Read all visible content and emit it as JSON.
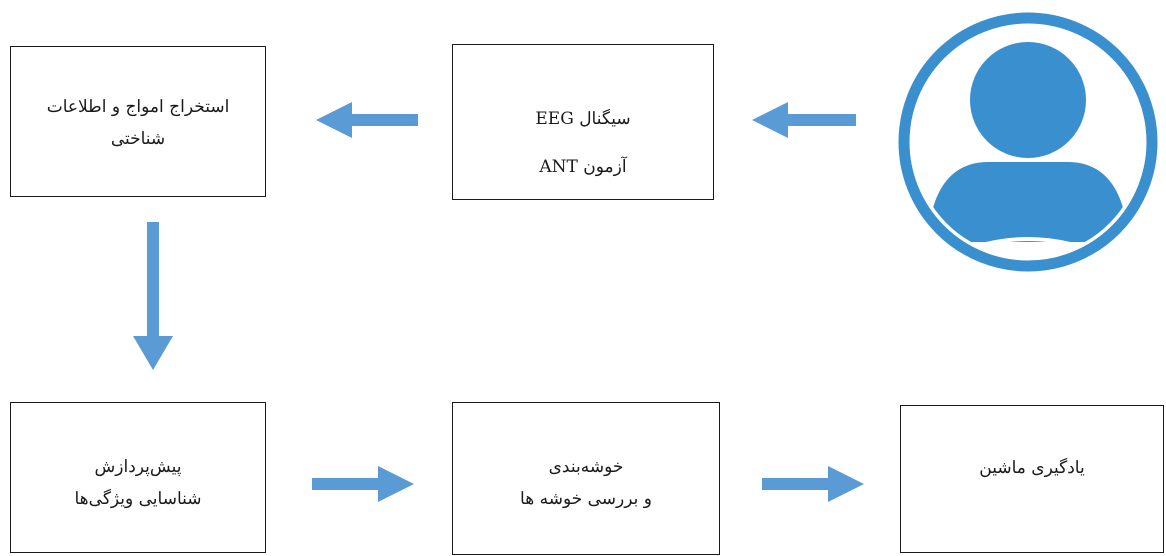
{
  "colors": {
    "arrow": "#5b9bd5",
    "avatar": "#3a8fcf",
    "border": "#1a1a1a"
  },
  "nodes": {
    "extract": {
      "line1": "استخراج امواج و اطلاعات",
      "line2": "شناختی"
    },
    "signal": {
      "line1": "سیگنال EEG",
      "line2": "آزمون ANT"
    },
    "preprocess": {
      "line1": "پیش‌پردازش",
      "line2": "شناسایی ویژگی‌ها"
    },
    "cluster": {
      "line1": "خوشه‌بندی",
      "line2": "و بررسی خوشه ها"
    },
    "ml": {
      "line1": "یادگیری ماشین"
    }
  },
  "icons": {
    "user": "user-avatar-icon"
  }
}
